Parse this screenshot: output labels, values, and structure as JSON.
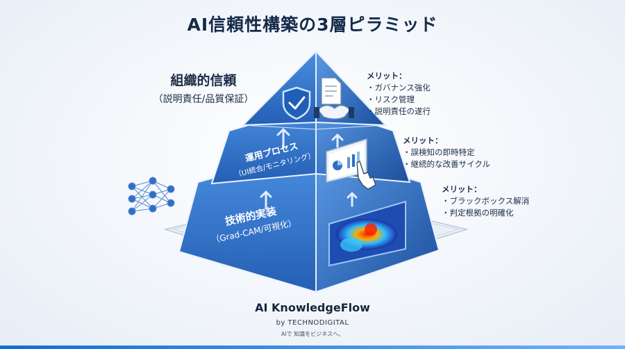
{
  "title": "AI信頼性構築の3層ピラミッド",
  "top_tier": {
    "heading": "組織的信頼",
    "sub": "（説明責任/品質保証）",
    "merit_heading": "メリット：",
    "merits": [
      "・ガバナンス強化",
      "・リスク管理",
      "・説明責任の遂行"
    ]
  },
  "middle_tier": {
    "heading": "運用プロセス",
    "sub": "（UI統合/モニタリング）",
    "merit_heading": "メリット：",
    "merits": [
      "・誤検知の即時特定",
      "・継続的な改善サイクル"
    ]
  },
  "bottom_tier": {
    "heading": "技術的実装",
    "sub": "（Grad-CAM/可視化）",
    "merit_heading": "メリット：",
    "merits": [
      "・ブラックボックス解消",
      "・判定根拠の明確化"
    ]
  },
  "brand": {
    "name": "AI KnowledgeFlow",
    "by": "by TECHNODIGITAL",
    "tagline": "AIで 知識をビジネスへ。"
  },
  "colors": {
    "pyramid_front": "#2f6fc4",
    "pyramid_side": "#1e5aa8",
    "accent": "#0e6fd1"
  },
  "icons": [
    "shield-check-icon",
    "handshake-icon",
    "document-icon",
    "dashboard-icon",
    "pointer-hand-icon",
    "neural-network-icon",
    "heatmap-icon",
    "up-arrow-icon"
  ]
}
